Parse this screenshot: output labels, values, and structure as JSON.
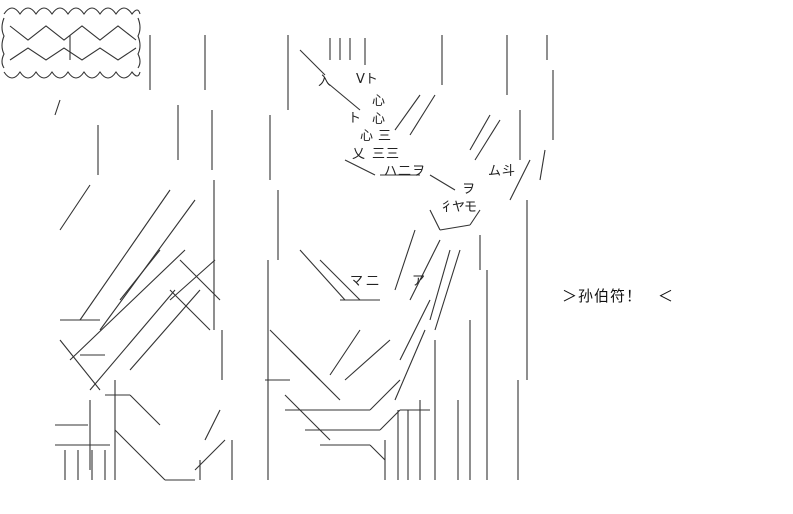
{
  "speech_bubble": {
    "text": "＞孙伯符！　＜"
  },
  "aa_fragments": [
    "入",
    "Vト",
    "心",
    "ト",
    "心",
    "心",
    "三",
    "乂",
    "三",
    "三",
    "ハ",
    "二",
    "ヲ",
    "ム",
    "斗",
    "ヲ",
    "彳",
    "ヤ",
    "モ",
    "マ",
    "二",
    "ア"
  ]
}
